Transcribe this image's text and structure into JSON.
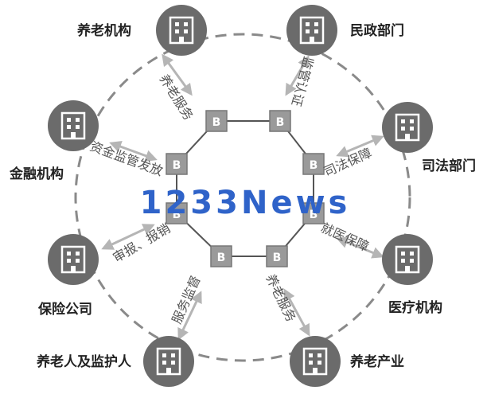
{
  "nodes": [
    {
      "key": "eldercare_org",
      "label": "养老机构"
    },
    {
      "key": "civil_affairs",
      "label": "民政部门"
    },
    {
      "key": "judicial",
      "label": "司法部门"
    },
    {
      "key": "medical",
      "label": "医疗机构"
    },
    {
      "key": "elder_industry",
      "label": "养老产业"
    },
    {
      "key": "elderly_guardian",
      "label": "养老人及监护人"
    },
    {
      "key": "insurance",
      "label": "保险公司"
    },
    {
      "key": "finance",
      "label": "金融机构"
    }
  ],
  "edges": [
    {
      "label": "养老服务"
    },
    {
      "label": "监管认证"
    },
    {
      "label": "司法保障"
    },
    {
      "label": "就医保障"
    },
    {
      "label": "养老服务"
    },
    {
      "label": "服务监督"
    },
    {
      "label": "审报、报销"
    },
    {
      "label": "资金监管发放"
    }
  ],
  "block_label": "B",
  "watermark": "1233News",
  "colors": {
    "node_fill": "#6b6b6b",
    "block_fill": "#9a9a9a",
    "arrow": "#b5b5b5",
    "dashed_ring": "#8a8a8a",
    "watermark": "#2f63c9"
  }
}
